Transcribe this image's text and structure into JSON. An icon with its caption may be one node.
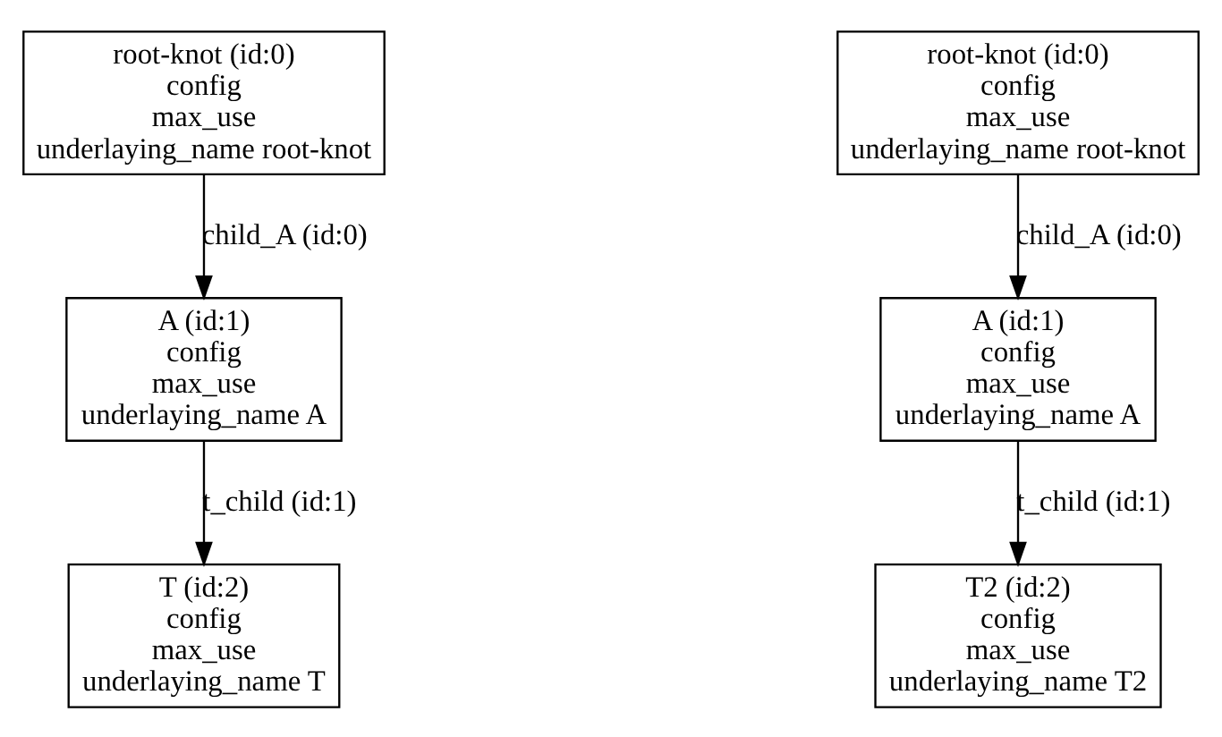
{
  "diagram": {
    "nodes": [
      {
        "text": [
          "root-knot (id:0)",
          "config",
          "max_use",
          "underlaying_name root-knot"
        ]
      },
      {
        "text": [
          "A (id:1)",
          "config",
          "max_use",
          "underlaying_name A"
        ]
      },
      {
        "text": [
          "T (id:2)",
          "config",
          "max_use",
          "underlaying_name T"
        ]
      },
      {
        "text": [
          "root-knot (id:0)",
          "config",
          "max_use",
          "underlaying_name root-knot"
        ]
      },
      {
        "text": [
          "A (id:1)",
          "config",
          "max_use",
          "underlaying_name A"
        ]
      },
      {
        "text": [
          "T2 (id:2)",
          "config",
          "max_use",
          "underlaying_name T2"
        ]
      }
    ],
    "edges": [
      {
        "from": 0,
        "to": 1,
        "arrow": "to",
        "label": "child_A (id:0)"
      },
      {
        "from": 1,
        "to": 2,
        "arrow": "to",
        "label": "t_child (id:1)"
      },
      {
        "from": 3,
        "to": 4,
        "arrow": "to",
        "label": "child_A (id:0)"
      },
      {
        "from": 4,
        "to": 5,
        "arrow": "to",
        "label": "t_child (id:1)"
      }
    ]
  }
}
